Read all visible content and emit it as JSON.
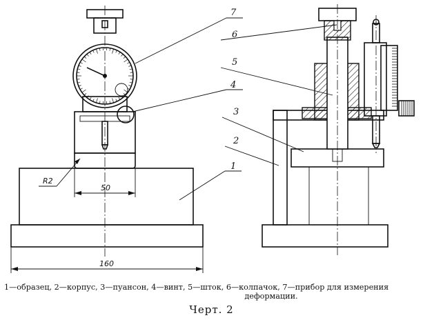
{
  "callouts": {
    "n1": "1",
    "n2": "2",
    "n3": "3",
    "n4": "4",
    "n5": "5",
    "n6": "6",
    "n7": "7"
  },
  "dimensions": {
    "radius": "R2",
    "width_inner": "50",
    "width_total": "160"
  },
  "legend": {
    "line1": "1—образец, 2—корпус, 3—пуансон, 4—винт, 5—шток, 6—колпачок, 7—прибор для измерения",
    "line2": "деформации."
  },
  "caption": "Черт. 2"
}
